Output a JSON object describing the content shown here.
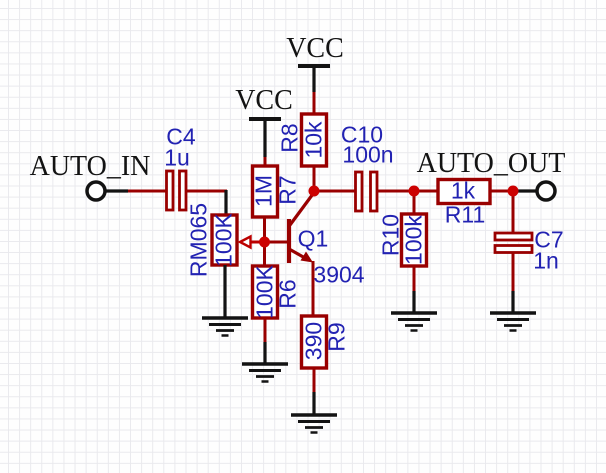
{
  "schematic": {
    "ports": {
      "input": {
        "name": "AUTO_IN"
      },
      "output": {
        "name": "AUTO_OUT"
      }
    },
    "power": {
      "vcc_left": {
        "name": "VCC"
      },
      "vcc_right": {
        "name": "VCC"
      }
    },
    "components": {
      "c4": {
        "designator": "C4",
        "value": "1u"
      },
      "rm065": {
        "designator": "RM065",
        "value": "100K"
      },
      "r7": {
        "designator": "R7",
        "value": "1M"
      },
      "r8": {
        "designator": "R8",
        "value": "10k"
      },
      "r6": {
        "designator": "R6",
        "value": "100K"
      },
      "q1": {
        "designator": "Q1",
        "value": "3904"
      },
      "r9": {
        "designator": "R9",
        "value": "390"
      },
      "c10": {
        "designator": "C10",
        "value": "100n"
      },
      "r10": {
        "designator": "R10",
        "value": "100k"
      },
      "r11": {
        "designator": "R11",
        "value": "1k"
      },
      "c7": {
        "designator": "C7",
        "value": "1n"
      }
    },
    "colors": {
      "wire": "#990000",
      "junction": "#cc0000",
      "component_outline": "#990000",
      "label_text": "#2222b2",
      "net_text": "#131313",
      "grid": "#e9e9ed"
    }
  }
}
